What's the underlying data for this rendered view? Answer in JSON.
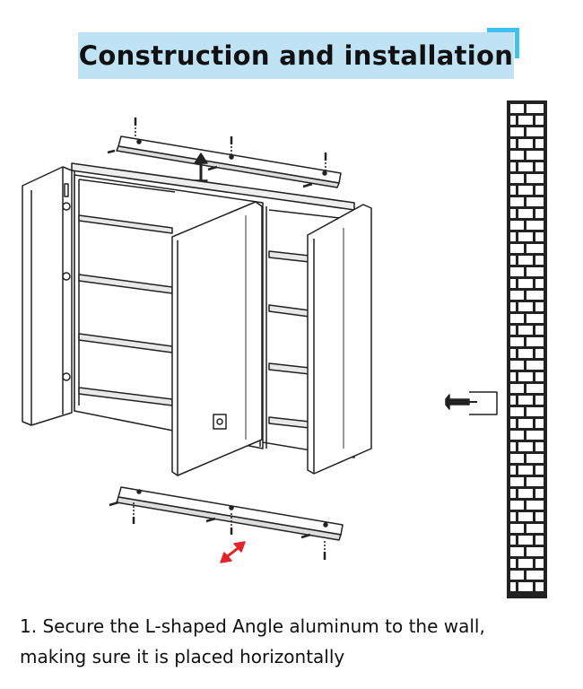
{
  "header": {
    "title": "Construction and installation"
  },
  "illustration": {
    "subject": "mirror cabinet with L-shaped aluminum mounting brackets and brick wall"
  },
  "caption": {
    "line1": "1. Secure the L-shaped Angle aluminum to the wall,",
    "line2": "making sure it is placed horizontally"
  },
  "colors": {
    "title_background": "#bfe3f4",
    "corner_accent": "#3fc0ef",
    "arrow_red": "#e0242a",
    "line_art": "#222222"
  }
}
